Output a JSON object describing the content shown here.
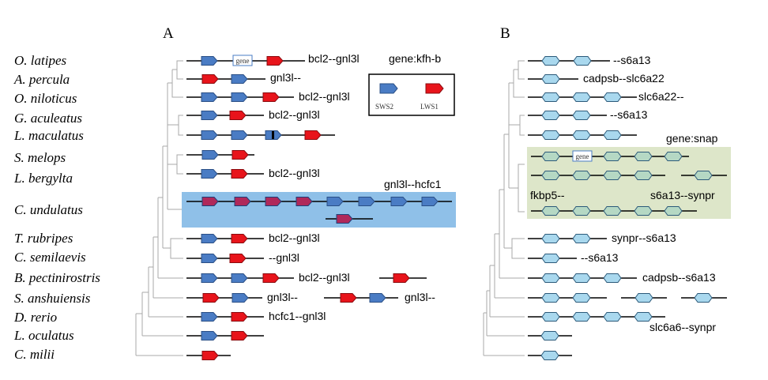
{
  "panels": {
    "a_letter": "A",
    "b_letter": "B"
  },
  "species": [
    "O. latipes",
    "A. percula",
    "O. niloticus",
    "G. aculeatus",
    "L. maculatus",
    "S. melops",
    "L. bergylta",
    "C. undulatus",
    "T. rubripes",
    "C. semilaevis",
    "B. pectinirostris",
    "S. anshuiensis",
    "D. rerio",
    "L. oculatus",
    "C. milii"
  ],
  "legend": {
    "kfh_label": "gene:kfh-b",
    "sws2_label": "SWS2",
    "lws1_label": "LWS1"
  },
  "panel_a": {
    "labels": {
      "r1": "bcl2--gnl3l",
      "r2": "gnl3l--",
      "r3": "bcl2--gnl3l",
      "r4": "bcl2--gnl3l",
      "r7": "bcl2--gnl3l",
      "r8": "gnl3l--hcfc1",
      "r9": "bcl2--gnl3l",
      "r10": "--gnl3l",
      "r11": "bcl2--gnl3l",
      "r12a": "gnl3l--",
      "r12b": "gnl3l--",
      "r13": "hcfc1--gnl3l"
    },
    "gene_box": "gene"
  },
  "panel_b": {
    "labels": {
      "r1": "--s6a13",
      "r2": "cadpsb--slc6a22",
      "r3": "slc6a22--",
      "r4": "--s6a13",
      "snap": "gene:snap",
      "fkbp": "fkbp5--",
      "s6synpr": "s6a13--synpr",
      "r9": "synpr--s6a13",
      "r10": "--s6a13",
      "r11": "cadpsb--s6a13",
      "r13": "slc6a6--synpr"
    },
    "gene_box": "gene"
  },
  "colors": {
    "sws2": "#4a7cc4",
    "lws1": "#e8141b",
    "band_blue": "#8fc0e8",
    "b_gene": "#a9d8ee",
    "snap_gene": "#b5d8c4",
    "band_green": "#dde6c9"
  }
}
